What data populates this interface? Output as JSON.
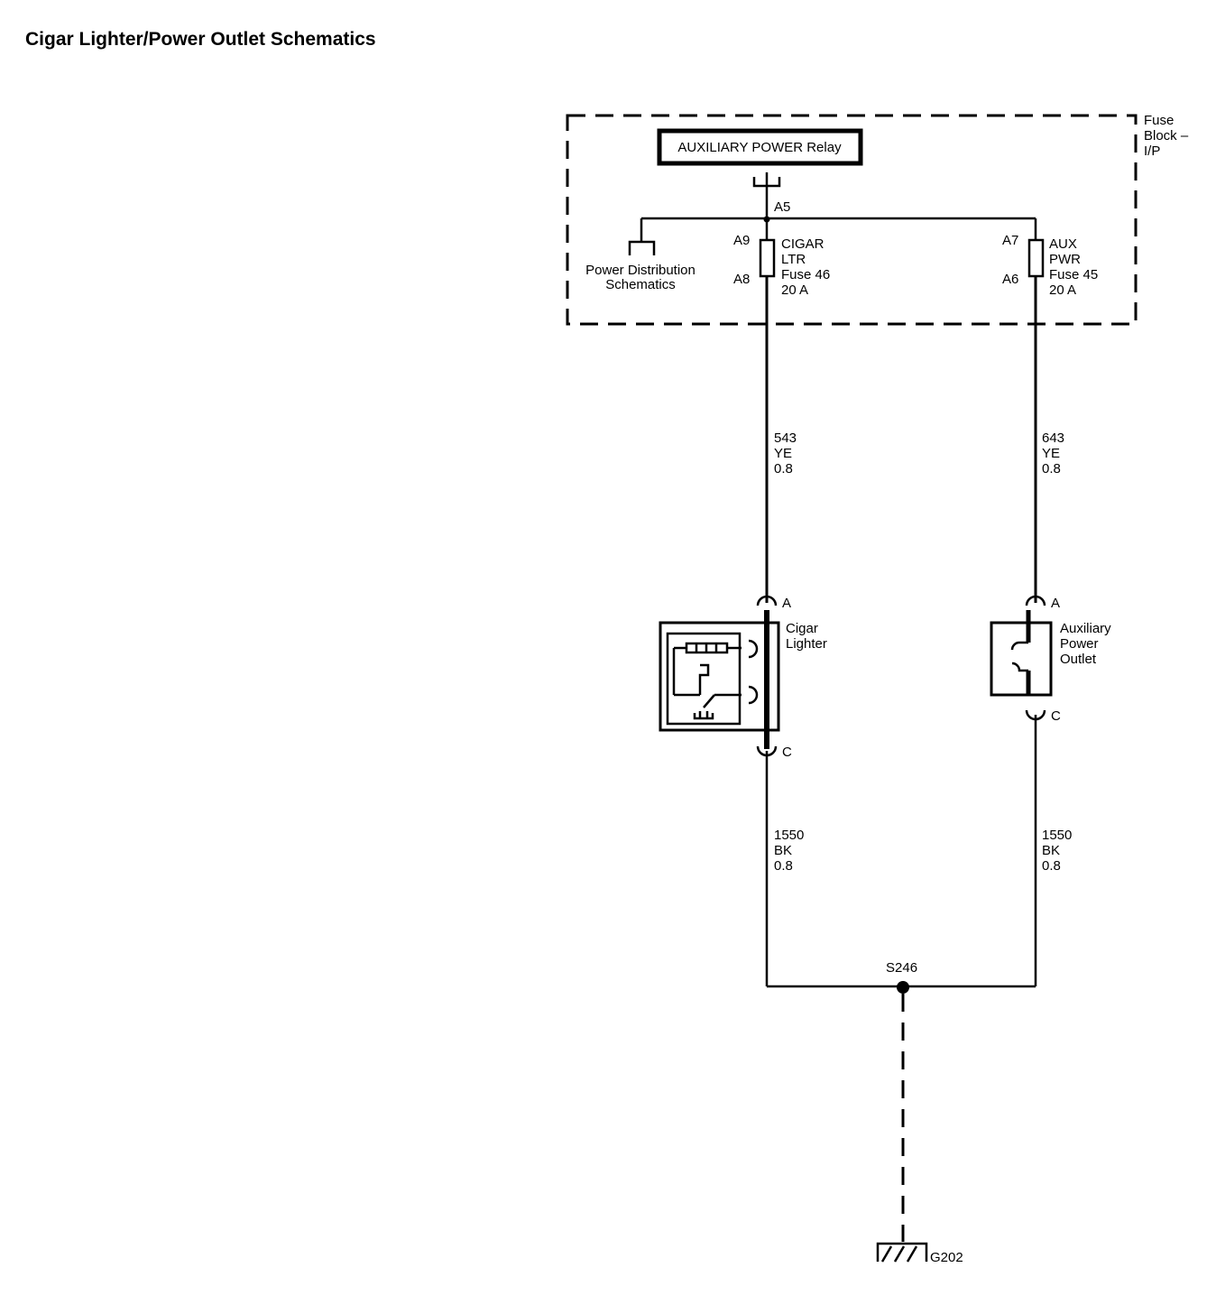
{
  "title": "Cigar Lighter/Power Outlet Schematics",
  "fuse_block": {
    "label_lines": [
      "Fuse",
      "Block –",
      "I/P"
    ]
  },
  "relay": {
    "label": "AUXILIARY POWER Relay",
    "pin": "A5"
  },
  "power_distribution": {
    "label_lines": [
      "Power Distribution",
      "Schematics"
    ]
  },
  "fuse_cigar": {
    "pin_top": "A9",
    "pin_bottom": "A8",
    "label_lines": [
      "CIGAR",
      "LTR",
      "Fuse 46",
      "20 A"
    ]
  },
  "fuse_aux": {
    "pin_top": "A7",
    "pin_bottom": "A6",
    "label_lines": [
      "AUX",
      "PWR",
      "Fuse 45",
      "20 A"
    ]
  },
  "wire_cigar_feed": {
    "circuit": "543",
    "color": "YE",
    "size": "0.8"
  },
  "wire_aux_feed": {
    "circuit": "643",
    "color": "YE",
    "size": "0.8"
  },
  "cigar_lighter": {
    "label_lines": [
      "Cigar",
      "Lighter"
    ],
    "pin_top": "A",
    "pin_bottom": "C"
  },
  "aux_outlet": {
    "label_lines": [
      "Auxiliary",
      "Power",
      "Outlet"
    ],
    "pin_top": "A",
    "pin_bottom": "C"
  },
  "wire_cigar_ground": {
    "circuit": "1550",
    "color": "BK",
    "size": "0.8"
  },
  "wire_aux_ground": {
    "circuit": "1550",
    "color": "BK",
    "size": "0.8"
  },
  "splice": {
    "label": "S246"
  },
  "ground": {
    "label": "G202"
  }
}
